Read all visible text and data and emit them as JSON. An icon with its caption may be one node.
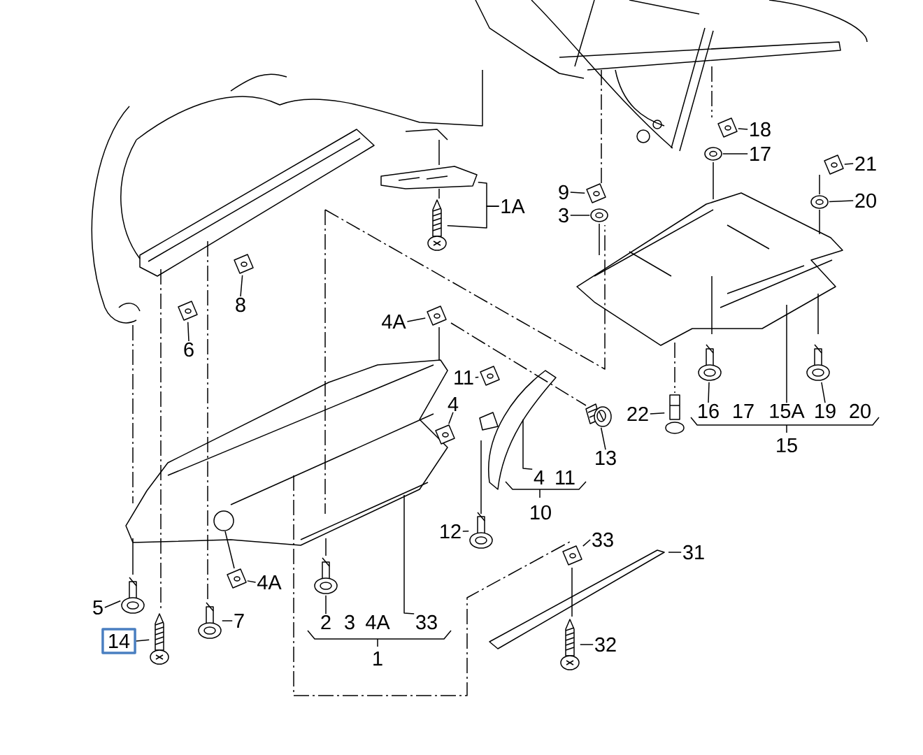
{
  "diagram": {
    "nodes": [
      {
        "text": [
          "1A"
        ]
      },
      {
        "text": [
          "18"
        ]
      },
      {
        "text": [
          "17"
        ]
      },
      {
        "text": [
          "21"
        ]
      },
      {
        "text": [
          "20"
        ]
      },
      {
        "text": [
          "9"
        ]
      },
      {
        "text": [
          "3"
        ]
      },
      {
        "text": [
          "8"
        ]
      },
      {
        "text": [
          "6"
        ]
      },
      {
        "text": [
          "4A"
        ]
      },
      {
        "text": [
          "11"
        ]
      },
      {
        "text": [
          "4"
        ]
      },
      {
        "text": [
          "13"
        ]
      },
      {
        "text": [
          "22"
        ]
      },
      {
        "text": [
          "12"
        ]
      },
      {
        "text": [
          "33"
        ]
      },
      {
        "text": [
          "31"
        ]
      },
      {
        "text": [
          "5"
        ]
      },
      {
        "text": [
          "14"
        ]
      },
      {
        "text": [
          "4A"
        ]
      },
      {
        "text": [
          "7"
        ]
      },
      {
        "text": [
          "32"
        ]
      },
      {
        "text": [
          "16"
        ]
      },
      {
        "text": [
          "15A"
        ]
      },
      {
        "text": [
          "19"
        ]
      },
      {
        "text": [
          "2"
        ]
      },
      {
        "text": [
          "33"
        ]
      },
      {
        "text": [
          "4"
        ]
      },
      {
        "text": [],
        "shape": "picture"
      },
      {
        "text": [],
        "shape": "picture"
      },
      {
        "text": [],
        "shape": "picture"
      },
      {
        "text": [],
        "shape": "picture"
      },
      {
        "text": [],
        "shape": "picture"
      },
      {
        "text": [],
        "shape": "picture"
      },
      {
        "text": [],
        "shape": "picture"
      },
      {
        "text": [],
        "shape": "picture"
      },
      {
        "text": [],
        "shape": "picture"
      },
      {
        "text": [],
        "shape": "picture"
      },
      {
        "text": [],
        "shape": "picture"
      },
      {
        "text": [],
        "shape": "picture"
      },
      {
        "text": [],
        "shape": "picture"
      },
      {
        "text": [],
        "shape": "picture"
      },
      {
        "text": [],
        "shape": "picture"
      },
      {
        "text": [],
        "shape": "picture"
      },
      {
        "text": [],
        "shape": "picture"
      },
      {
        "text": [],
        "shape": "picture"
      },
      {
        "text": [],
        "shape": "picture"
      },
      {
        "text": [],
        "shape": "picture"
      },
      {
        "text": [],
        "shape": "picture"
      },
      {
        "text": [],
        "shape": "picture"
      },
      {
        "text": [],
        "shape": "picture"
      },
      {
        "text": [],
        "shape": "picture"
      },
      {
        "text": [],
        "shape": "picture"
      }
    ],
    "edges": [
      {
        "from": 0,
        "to": 28,
        "arrow": "none"
      },
      {
        "from": 0,
        "to": 29,
        "arrow": "none"
      },
      {
        "from": 1,
        "to": 30,
        "arrow": "none"
      },
      {
        "from": 2,
        "to": 31,
        "arrow": "none"
      },
      {
        "from": 3,
        "to": 32,
        "arrow": "none"
      },
      {
        "from": 4,
        "to": 33,
        "arrow": "none"
      },
      {
        "from": 5,
        "to": 34,
        "arrow": "none"
      },
      {
        "from": 6,
        "to": 35,
        "arrow": "none"
      },
      {
        "from": 7,
        "to": 36,
        "arrow": "none"
      },
      {
        "from": 8,
        "to": 37,
        "arrow": "none"
      },
      {
        "from": 9,
        "to": 38,
        "arrow": "none"
      },
      {
        "from": 10,
        "to": 39,
        "arrow": "none"
      },
      {
        "from": 11,
        "to": 40,
        "arrow": "none"
      },
      {
        "from": 12,
        "to": 41,
        "arrow": "none"
      },
      {
        "from": 13,
        "to": 42,
        "arrow": "none"
      },
      {
        "from": 14,
        "to": 43,
        "arrow": "none"
      },
      {
        "from": 15,
        "to": 44,
        "arrow": "none"
      },
      {
        "from": 16,
        "to": null,
        "arrow": "none"
      },
      {
        "from": 17,
        "to": 45,
        "arrow": "none"
      },
      {
        "from": 18,
        "to": 46,
        "arrow": "none"
      },
      {
        "from": 19,
        "to": 47,
        "arrow": "none"
      },
      {
        "from": 20,
        "to": 48,
        "arrow": "none"
      },
      {
        "from": 21,
        "to": 49,
        "arrow": "none"
      },
      {
        "from": 22,
        "to": 50,
        "arrow": "none"
      },
      {
        "from": 23,
        "to": null,
        "arrow": "none"
      },
      {
        "from": 24,
        "to": 51,
        "arrow": "none"
      },
      {
        "from": 25,
        "to": 52,
        "arrow": "none"
      },
      {
        "from": 26,
        "to": null,
        "arrow": "none"
      },
      {
        "from": 27,
        "to": null,
        "arrow": "none"
      }
    ],
    "labels": [
      "17",
      "20",
      "15",
      "11",
      "10",
      "3",
      "4A",
      "1"
    ]
  }
}
